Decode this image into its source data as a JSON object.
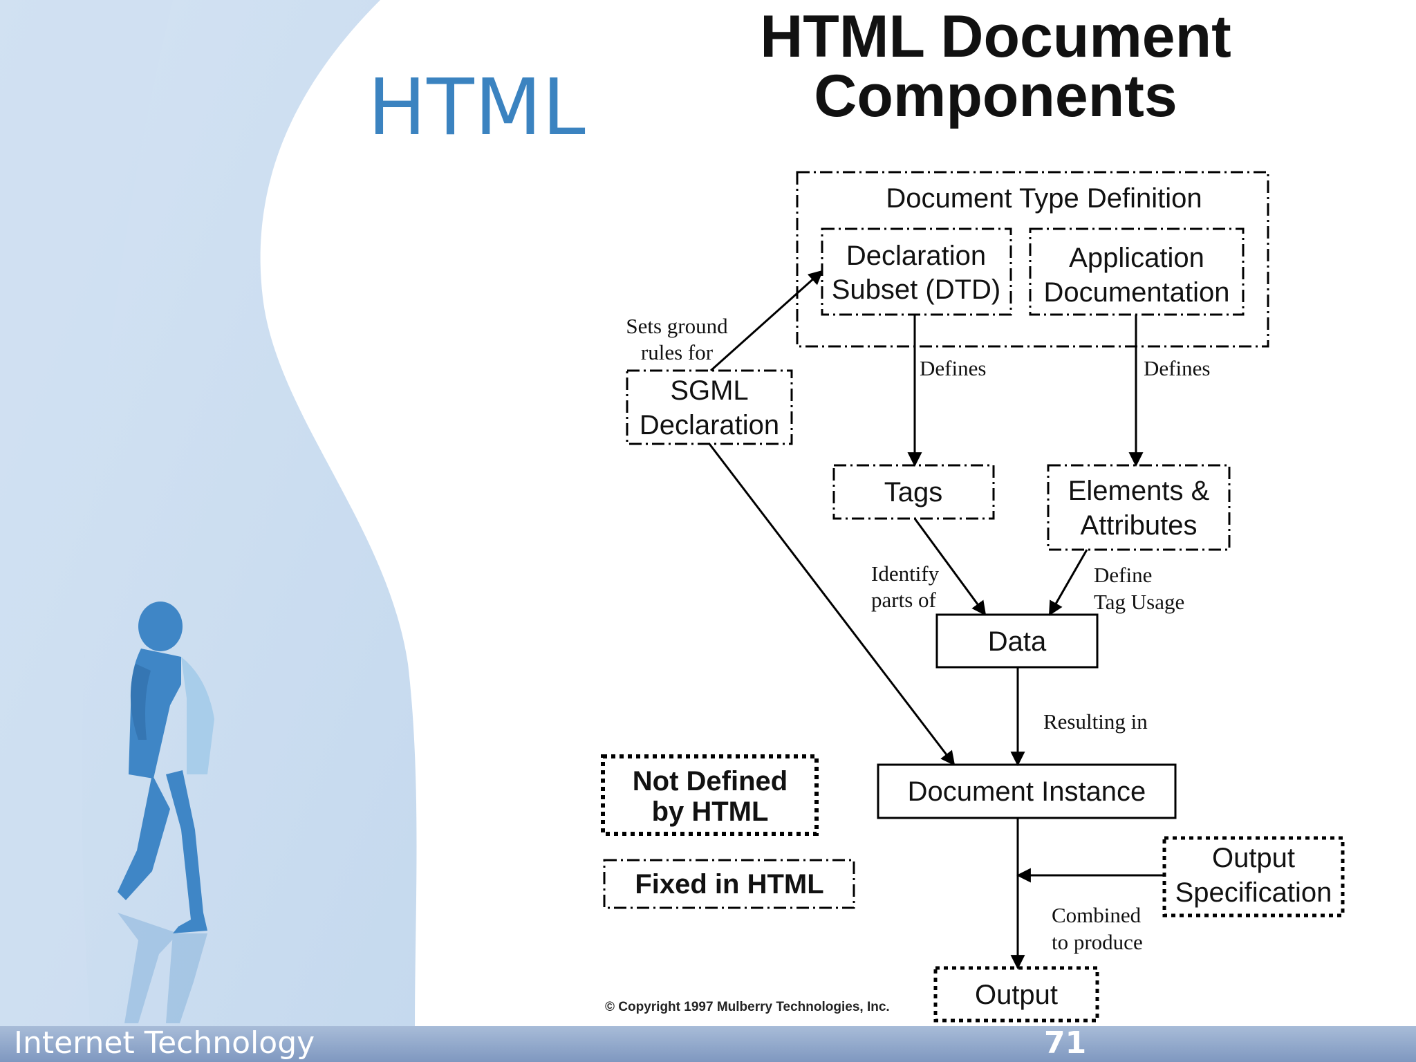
{
  "slide": {
    "title": "HTML",
    "footer_text": "Internet Technology",
    "page_number": "71"
  },
  "figure": {
    "title_line1": "HTML Document",
    "title_line2": "Components",
    "copyright": "© Copyright 1997 Mulberry Technologies, Inc."
  },
  "nodes": {
    "dtd_group": "Document Type Definition",
    "decl_subset_l1": "Declaration",
    "decl_subset_l2": "Subset (DTD)",
    "app_doc_l1": "Application",
    "app_doc_l2": "Documentation",
    "sgml_l1": "SGML",
    "sgml_l2": "Declaration",
    "tags": "Tags",
    "elements_l1": "Elements &",
    "elements_l2": "Attributes",
    "data": "Data",
    "doc_instance": "Document Instance",
    "output_spec_l1": "Output",
    "output_spec_l2": "Specification",
    "output": "Output"
  },
  "edge_labels": {
    "sets_ground_l1": "Sets ground",
    "sets_ground_l2": "rules for",
    "defines_1": "Defines",
    "defines_2": "Defines",
    "identify_l1": "Identify",
    "identify_l2": "parts of",
    "define_tag_l1": "Define",
    "define_tag_l2": "Tag Usage",
    "resulting_in": "Resulting in",
    "combined_l1": "Combined",
    "combined_l2": "to produce"
  },
  "legend": {
    "not_defined_l1": "Not Defined",
    "not_defined_l2": "by HTML",
    "fixed": "Fixed in HTML"
  },
  "colors": {
    "title_blue": "#3b83c0",
    "figure_blue": "#3f86c6"
  }
}
